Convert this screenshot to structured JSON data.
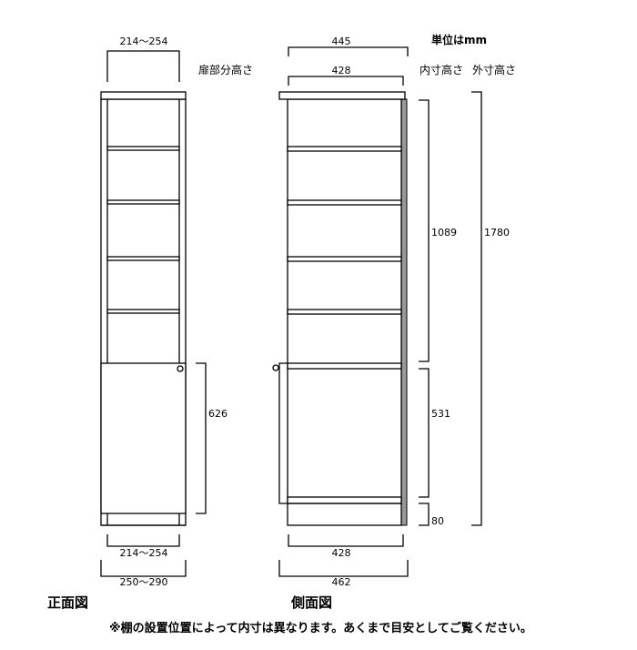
{
  "unit_note": "単位はmm",
  "front_view": {
    "title": "正面図",
    "top_width": "214～254",
    "door_height_label": "扉部分高さ",
    "door_height": "626",
    "bottom_inner_width": "214～254",
    "bottom_outer_width": "250～290"
  },
  "side_view": {
    "title": "側面図",
    "top_outer_depth": "445",
    "top_inner_depth": "428",
    "inner_height_label": "内寸高さ",
    "outer_height_label": "外寸高さ",
    "upper_inner_height": "1089",
    "outer_height": "1780",
    "lower_inner_height": "531",
    "plinth_height": "80",
    "bottom_inner_depth": "428",
    "bottom_outer_depth": "462"
  },
  "footnote": "※棚の設置位置によって内寸は異なります。あくまで目安としてご覧ください。",
  "colors": {
    "line": "#000000",
    "back_panel": "#999999"
  }
}
